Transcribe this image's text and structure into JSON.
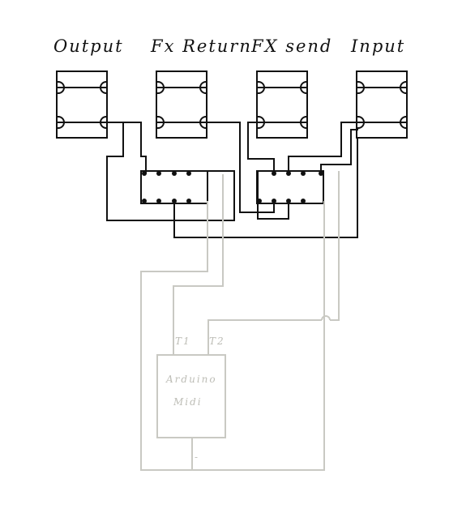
{
  "jacks": [
    {
      "label": "Output"
    },
    {
      "label": "Fx Return"
    },
    {
      "label": "FX send"
    },
    {
      "label": "Input"
    }
  ],
  "arduino": {
    "title_line1": "Arduino",
    "title_line2": "Midi",
    "pin_left": "T1",
    "pin_right": "T2",
    "ground_mark": "-"
  },
  "colors": {
    "audio_wiring": "#111111",
    "control_wiring": "#c9c9c3"
  }
}
